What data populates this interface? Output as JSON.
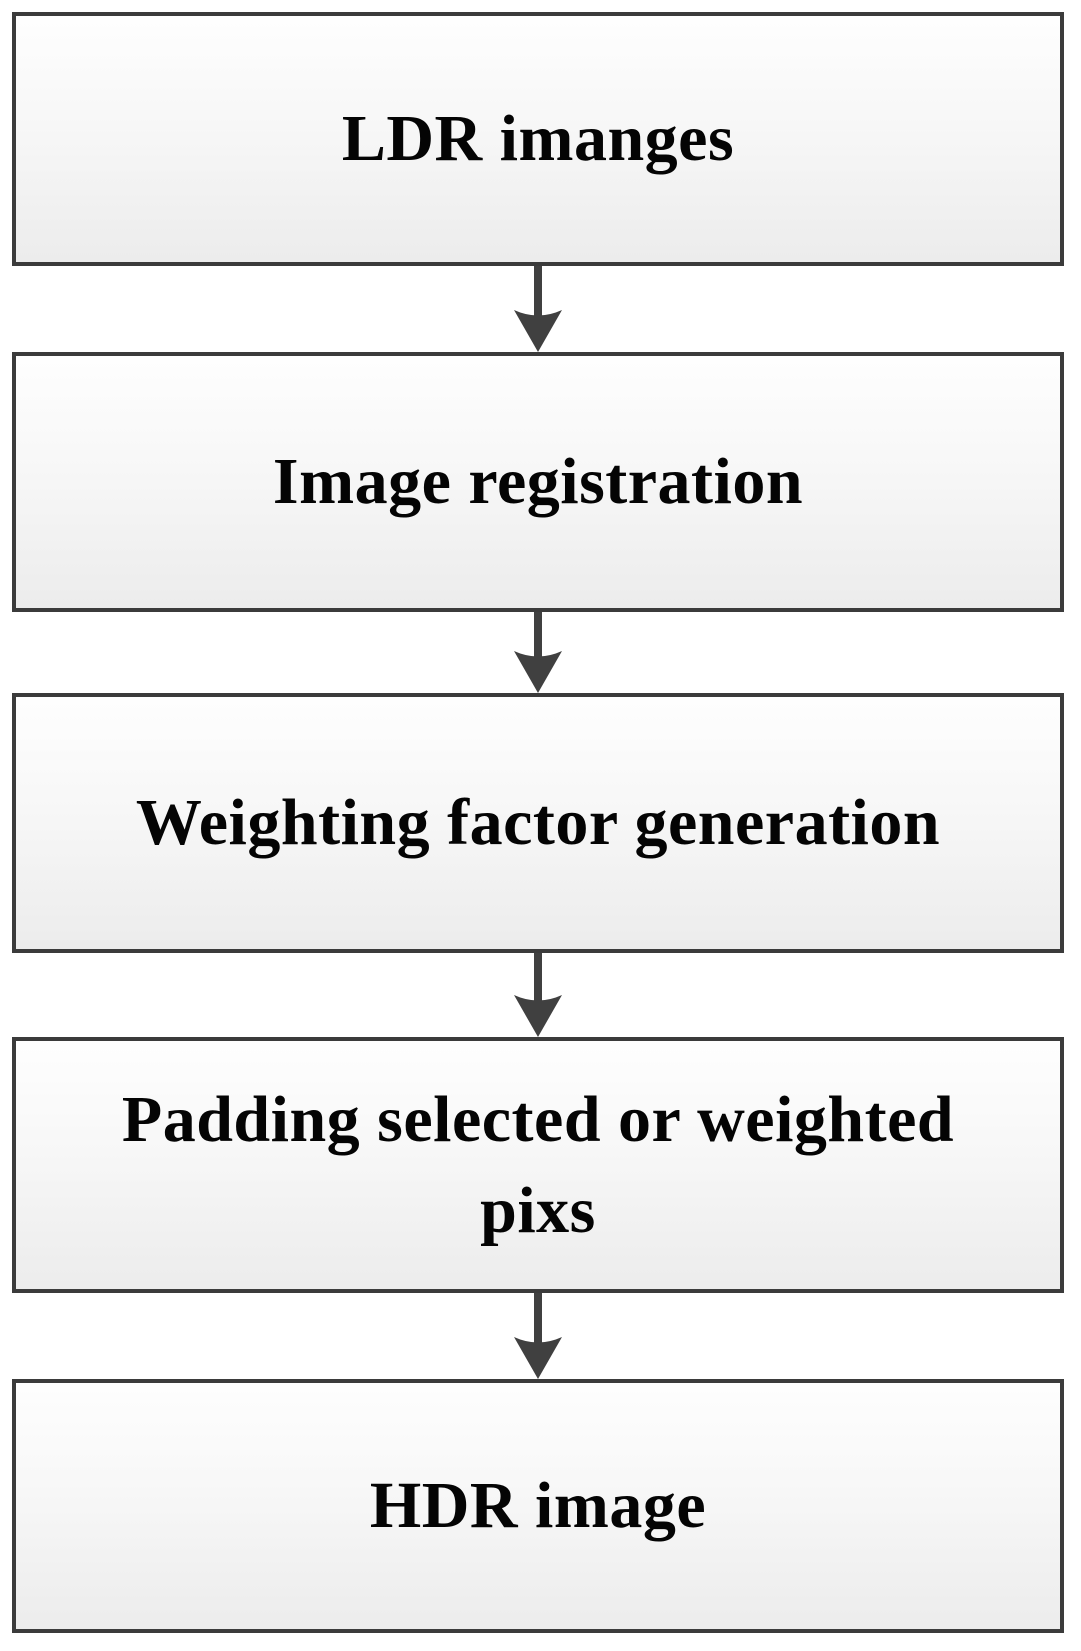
{
  "flowchart": {
    "nodes": [
      {
        "id": "ldr-images",
        "label": "LDR imanges"
      },
      {
        "id": "image-registration",
        "label": "Image registration"
      },
      {
        "id": "weighting-factor",
        "label": "Weighting factor generation"
      },
      {
        "id": "padding-pixels",
        "label": "Padding selected or weighted pixs"
      },
      {
        "id": "hdr-image",
        "label": "HDR image"
      }
    ],
    "edges": [
      {
        "from": "ldr-images",
        "to": "image-registration",
        "style": "down-arrow"
      },
      {
        "from": "image-registration",
        "to": "weighting-factor",
        "style": "down-arrow"
      },
      {
        "from": "weighting-factor",
        "to": "padding-pixels",
        "style": "down-arrow"
      },
      {
        "from": "padding-pixels",
        "to": "hdr-image",
        "style": "down-arrow"
      }
    ],
    "colors": {
      "box_border": "#3b3b3b",
      "box_fill_top": "#fefefe",
      "box_fill_bottom": "#ececec",
      "arrow": "#404040",
      "text": "#040404",
      "shadow_dots": "#c6c6c6",
      "background": "#ffffff"
    }
  }
}
